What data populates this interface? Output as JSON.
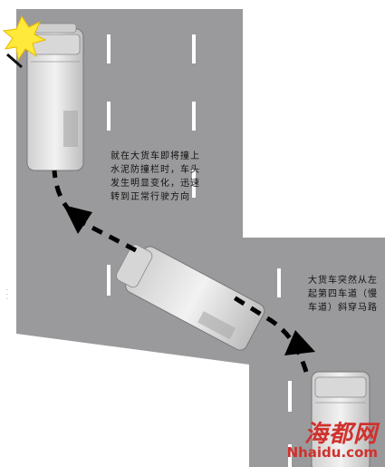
{
  "annotations": {
    "turn_note": "就在大货车即将撞上水泥防撞栏时，车头发生明显变化，迅速转到正常行驶方向",
    "lane_change_note": "大货车突然从左起第四车道（慢车道）斜穿马路"
  },
  "watermark": {
    "brand": "海都网",
    "url": "Nhaidu.com"
  },
  "colors": {
    "road": "#9a9a9c",
    "lane_marking": "#ffffff",
    "path_dash": "#000000",
    "truck_body": "#e4e4e4",
    "impact_flash": "#ffe93a",
    "brand": "#d0312d"
  },
  "icons": {
    "impact": "impact-flash-icon",
    "truck": "truck-icon",
    "arrow": "arrow-head-icon"
  }
}
